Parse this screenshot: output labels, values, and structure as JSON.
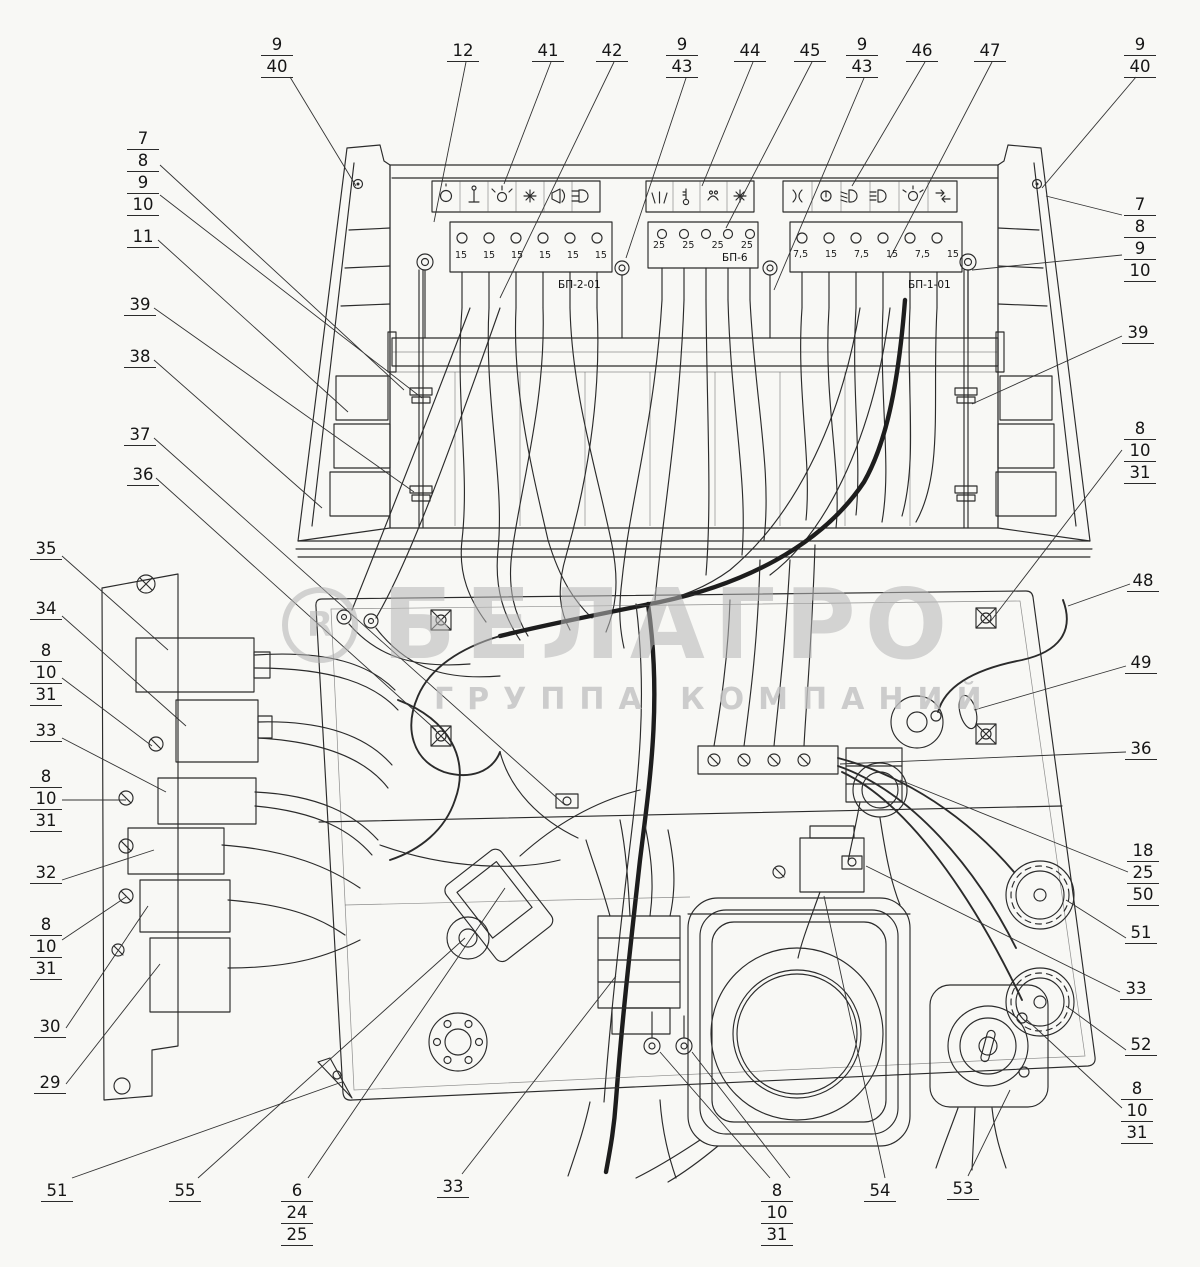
{
  "watermark": {
    "brand": "БЕЛАГРО",
    "subtitle": "ГРУППА КОМПАНИЙ",
    "registered": "R"
  },
  "blocks": {
    "left_label": "БП-2-01",
    "mid_label": "БП-6",
    "right_label": "БП-1-01",
    "left_fuses": [
      "15",
      "15",
      "15",
      "15",
      "15",
      "15"
    ],
    "mid_fuses": [
      "25",
      "25",
      "25",
      "25"
    ],
    "right_fuses": [
      "7,5",
      "15",
      "7,5",
      "15",
      "7,5",
      "15"
    ]
  },
  "pictogram_strips": {
    "left": [
      "beacon",
      "plow-lamp",
      "work-lamp",
      "fan",
      "horn",
      "headlight"
    ],
    "middle": [
      "washer",
      "thermometer",
      "vent",
      "fan"
    ],
    "right": [
      "position-lights",
      "alarm",
      "low-beam",
      "high-beam",
      "rear-lamp",
      "turn-signals"
    ]
  },
  "callouts": {
    "tl_9_40": [
      "9",
      "40"
    ],
    "t_12": [
      "12"
    ],
    "t_41": [
      "41"
    ],
    "t_42": [
      "42"
    ],
    "t_9_43_a": [
      "9",
      "43"
    ],
    "t_44": [
      "44"
    ],
    "t_45": [
      "45"
    ],
    "t_9_43_b": [
      "9",
      "43"
    ],
    "t_46": [
      "46"
    ],
    "t_47": [
      "47"
    ],
    "tr_9_40": [
      "9",
      "40"
    ],
    "l_7_8_9_10": [
      "7",
      "8",
      "9",
      "10"
    ],
    "l_11": [
      "11"
    ],
    "l_39": [
      "39"
    ],
    "l_38": [
      "38"
    ],
    "l_37": [
      "37"
    ],
    "l_36": [
      "36"
    ],
    "l_35": [
      "35"
    ],
    "l_34": [
      "34"
    ],
    "l_8_10_31_a": [
      "8",
      "10",
      "31"
    ],
    "l_33": [
      "33"
    ],
    "l_8_10_31_b": [
      "8",
      "10",
      "31"
    ],
    "l_32": [
      "32"
    ],
    "l_8_10_31_c": [
      "8",
      "10",
      "31"
    ],
    "l_30": [
      "30"
    ],
    "l_29": [
      "29"
    ],
    "bl_51": [
      "51"
    ],
    "b_55": [
      "55"
    ],
    "b_6_24_25": [
      "6",
      "24",
      "25"
    ],
    "b_33": [
      "33"
    ],
    "b_8_10_31": [
      "8",
      "10",
      "31"
    ],
    "b_54": [
      "54"
    ],
    "b_53": [
      "53"
    ],
    "r_7_8_9_10": [
      "7",
      "8",
      "9",
      "10"
    ],
    "r_39": [
      "39"
    ],
    "r_8_10_31_a": [
      "8",
      "10",
      "31"
    ],
    "r_48": [
      "48"
    ],
    "r_49": [
      "49"
    ],
    "r_36": [
      "36"
    ],
    "r_18_25_50": [
      "18",
      "25",
      "50"
    ],
    "r_51": [
      "51"
    ],
    "r_33": [
      "33"
    ],
    "r_52": [
      "52"
    ],
    "r_8_10_31_b": [
      "8",
      "10",
      "31"
    ]
  }
}
